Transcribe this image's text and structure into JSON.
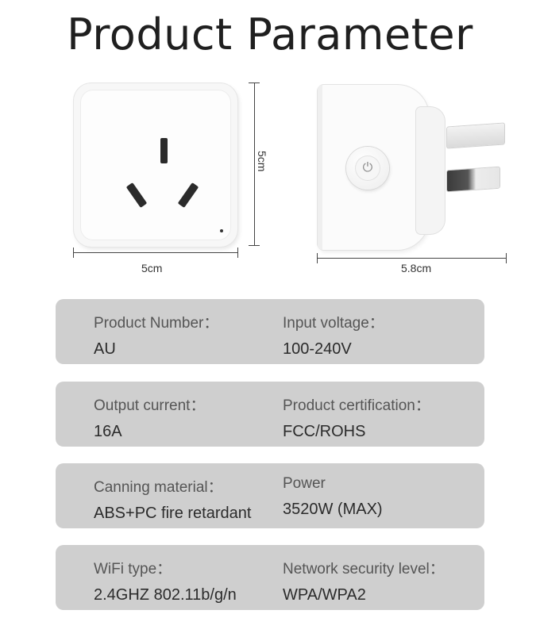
{
  "title": "Product Parameter",
  "dimensions": {
    "front_width": "5cm",
    "front_height": "5cm",
    "side_width": "5.8cm"
  },
  "specs": [
    {
      "left_label": "Product Number：",
      "left_value": "AU",
      "right_label": "Input voltage：",
      "right_value": "100-240V"
    },
    {
      "left_label": "Output current：",
      "left_value": "16A",
      "right_label": "Product certification：",
      "right_value": "FCC/ROHS"
    },
    {
      "left_label": "Canning material：",
      "left_value": "ABS+PC fire retardant",
      "right_label": "Power",
      "right_value": "3520W (MAX)"
    },
    {
      "left_label": "WiFi type：",
      "left_value": "2.4GHZ 802.11b/g/n",
      "right_label": "Network security level：",
      "right_value": "WPA/WPA2"
    }
  ],
  "icons": {
    "power_button": "power-icon"
  },
  "colors": {
    "panel": "#cfcfcf",
    "title": "#1f1f1f"
  }
}
